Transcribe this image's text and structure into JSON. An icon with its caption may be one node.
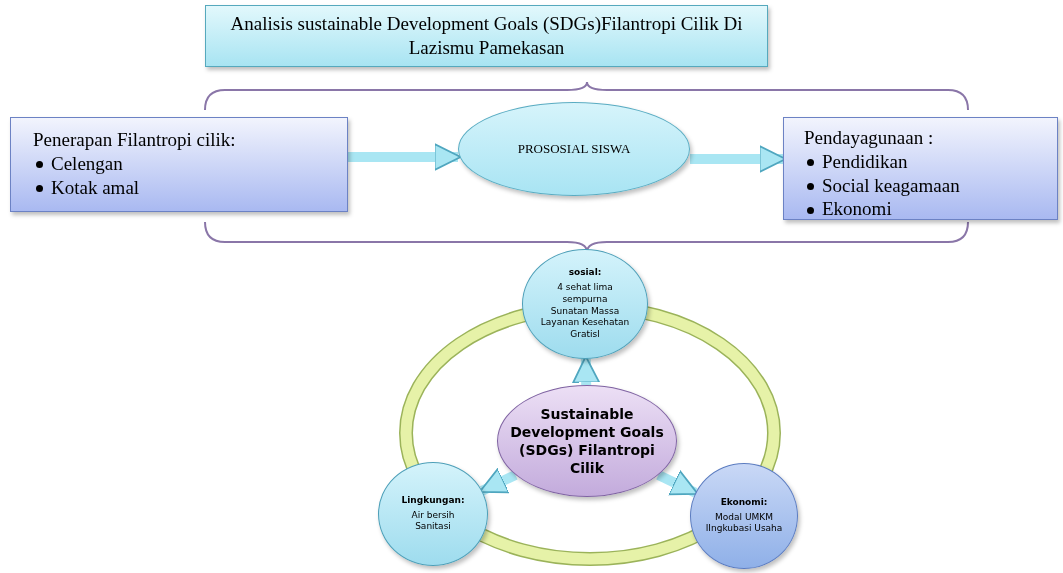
{
  "diagram": {
    "nodes": [
      {
        "text": [
          "Analisis sustainable Development Goals (SDGs)Filantropi Cilik Di Lazismu Pamekasan"
        ]
      },
      {
        "text": [
          "Penerapan Filantropi cilik:",
          "Celengan",
          "Kotak amal"
        ]
      },
      {
        "text": [
          "PROSOSIAL SISWA"
        ]
      },
      {
        "text": [
          "Pendayagunaan :",
          "Pendidikan",
          "Social keagamaan",
          "Ekonomi"
        ]
      },
      {
        "text": [
          "sosial:",
          "4 sehat lima sempurna",
          "Sunatan Massa",
          "Layanan Kesehatan Gratisl"
        ]
      },
      {
        "text": [
          "Sustainable Development Goals (SDGs) Filantropi Cilik"
        ]
      },
      {
        "text": [
          "Lingkungan:",
          "Air bersih",
          "Sanitasi"
        ]
      },
      {
        "text": [
          "Ekonomi:",
          "Modal UMKM",
          "IIngkubasi Usaha"
        ]
      }
    ],
    "edges": [
      {
        "from": 1,
        "to": 2,
        "arrow": "to"
      },
      {
        "from": 2,
        "to": 3,
        "arrow": "to"
      },
      {
        "from": 5,
        "to": 4,
        "arrow": "to"
      },
      {
        "from": 5,
        "to": 6,
        "arrow": "to"
      },
      {
        "from": 5,
        "to": 7,
        "arrow": "to"
      }
    ]
  }
}
